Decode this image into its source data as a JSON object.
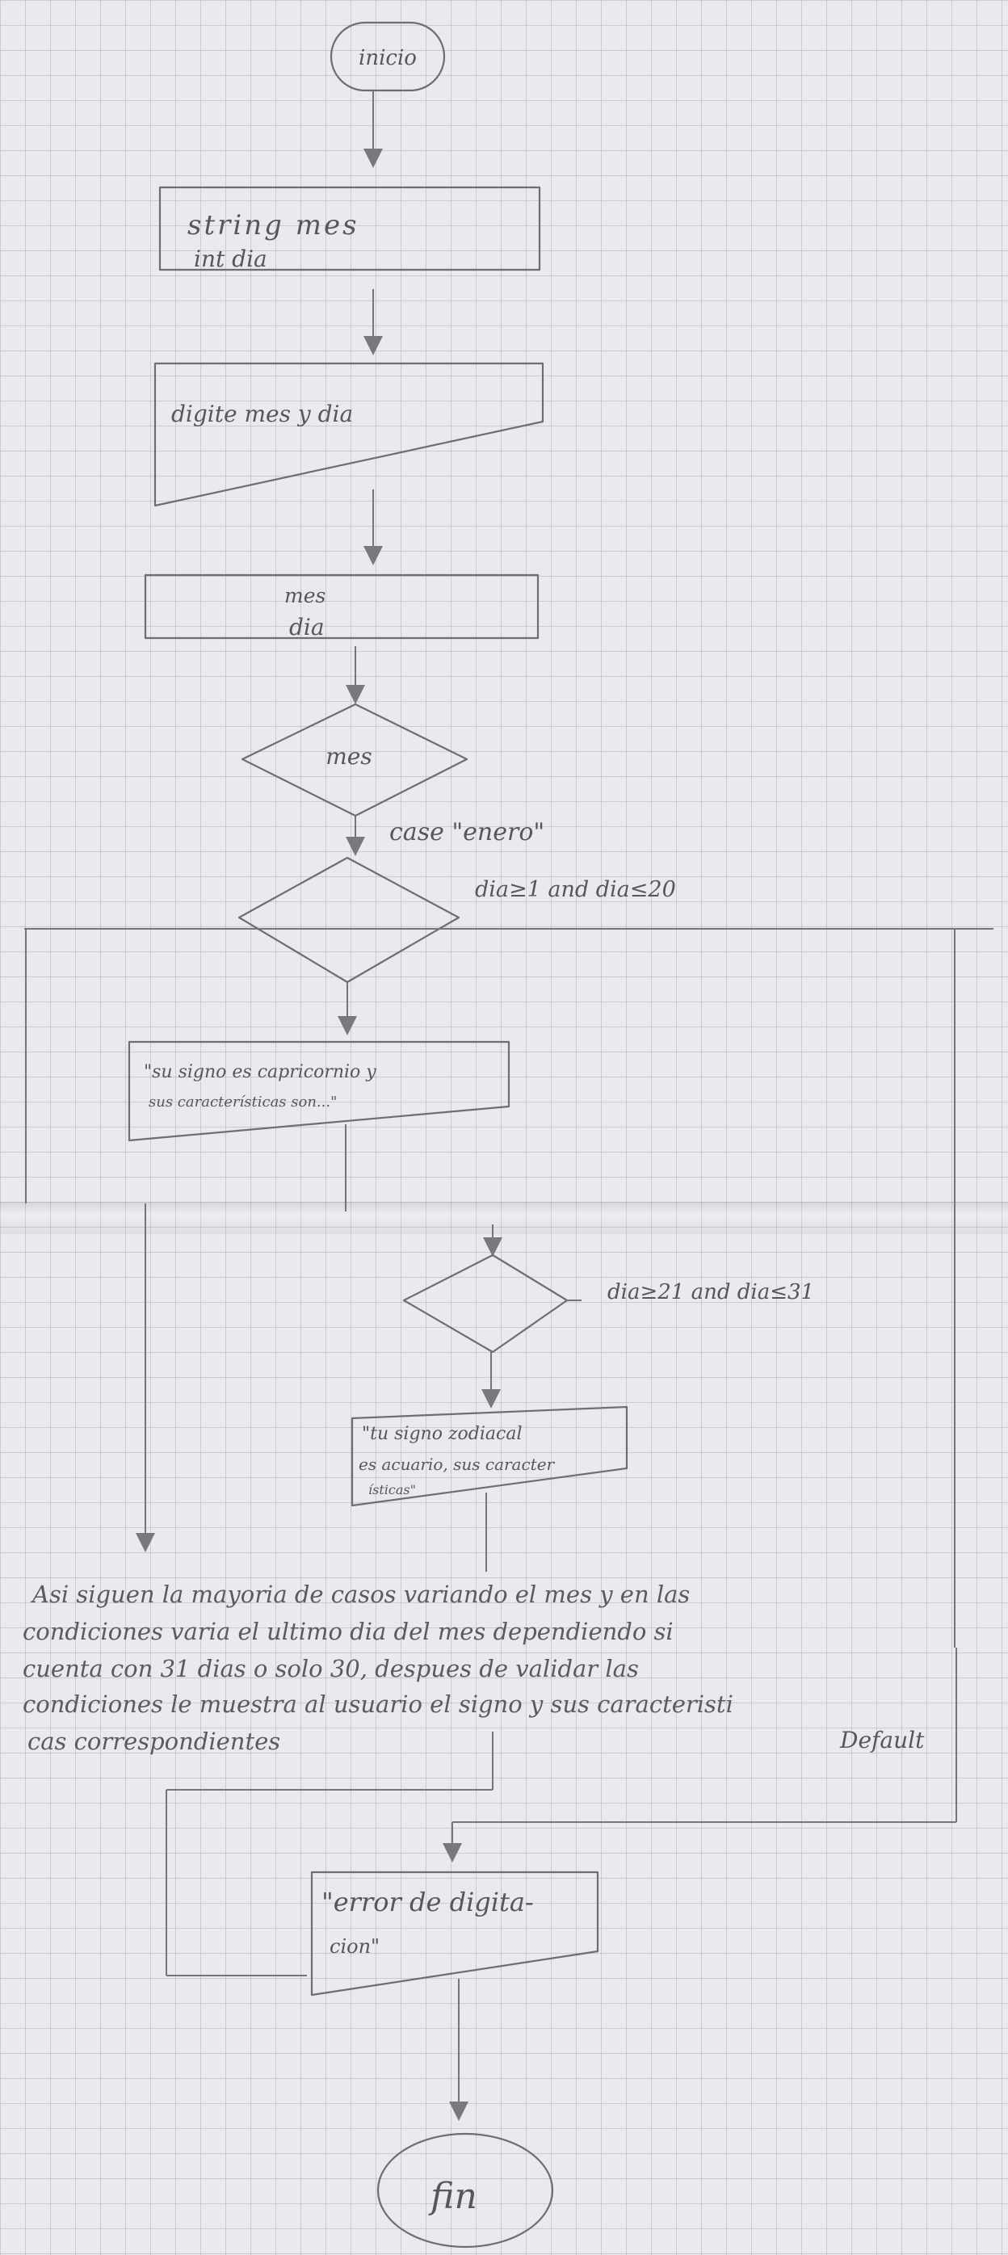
{
  "nodes": {
    "start": "inicio",
    "declare_line1": "string mes",
    "declare_line2": "int dia",
    "input": "digite mes y dia",
    "process_line1": "mes",
    "process_line2": "dia",
    "switch": "mes",
    "case_label": "case \"enero\"",
    "condition1": "dia≥1 and dia≤20",
    "output1_line1": "\"su signo es capricornio y",
    "output1_line2": "sus características son...\"",
    "condition2": "dia≥21 and dia≤31",
    "output2_line1": "\"tu signo zodiacal",
    "output2_line2": "es acuario, sus caracter",
    "output2_line3": "ísticas\"",
    "default_label": "Default",
    "error_line1": "\"error de digita-",
    "error_line2": "cion\"",
    "end": "fin"
  },
  "note": {
    "line1": "Asi siguen la mayoria de casos variando el mes y en las",
    "line2": "condiciones varia el ultimo dia del mes dependiendo si",
    "line3": "cuenta con 31 dias o solo 30, despues de validar las",
    "line4": "condiciones le muestra al usuario el signo y sus caracteristi",
    "line5": "cas correspondientes"
  }
}
